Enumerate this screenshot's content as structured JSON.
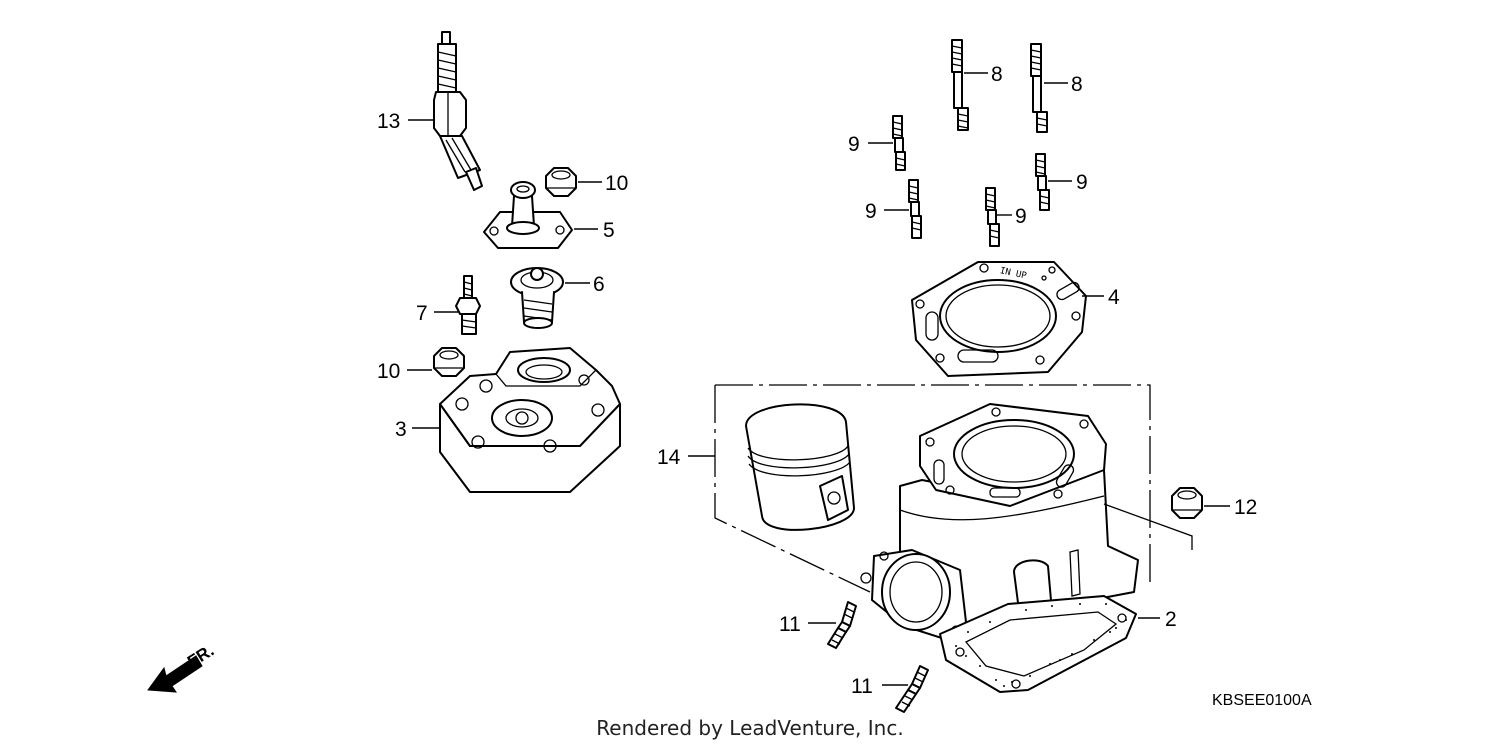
{
  "diagram": {
    "callouts": [
      {
        "id": "c13",
        "label": "13"
      },
      {
        "id": "c10a",
        "label": "10"
      },
      {
        "id": "c5",
        "label": "5"
      },
      {
        "id": "c6",
        "label": "6"
      },
      {
        "id": "c7",
        "label": "7"
      },
      {
        "id": "c10b",
        "label": "10"
      },
      {
        "id": "c3",
        "label": "3"
      },
      {
        "id": "c8a",
        "label": "8"
      },
      {
        "id": "c8b",
        "label": "8"
      },
      {
        "id": "c9a",
        "label": "9"
      },
      {
        "id": "c9b",
        "label": "9"
      },
      {
        "id": "c9c",
        "label": "9"
      },
      {
        "id": "c9d",
        "label": "9"
      },
      {
        "id": "c4",
        "label": "4"
      },
      {
        "id": "c14",
        "label": "14"
      },
      {
        "id": "c12",
        "label": "12"
      },
      {
        "id": "c2",
        "label": "2"
      },
      {
        "id": "c11a",
        "label": "11"
      },
      {
        "id": "c11b",
        "label": "11"
      }
    ],
    "gasket_marking": "IN UP",
    "direction_label": "FR.",
    "drawing_code": "KBSEE0100A",
    "credit": "Rendered by LeadVenture, Inc."
  }
}
